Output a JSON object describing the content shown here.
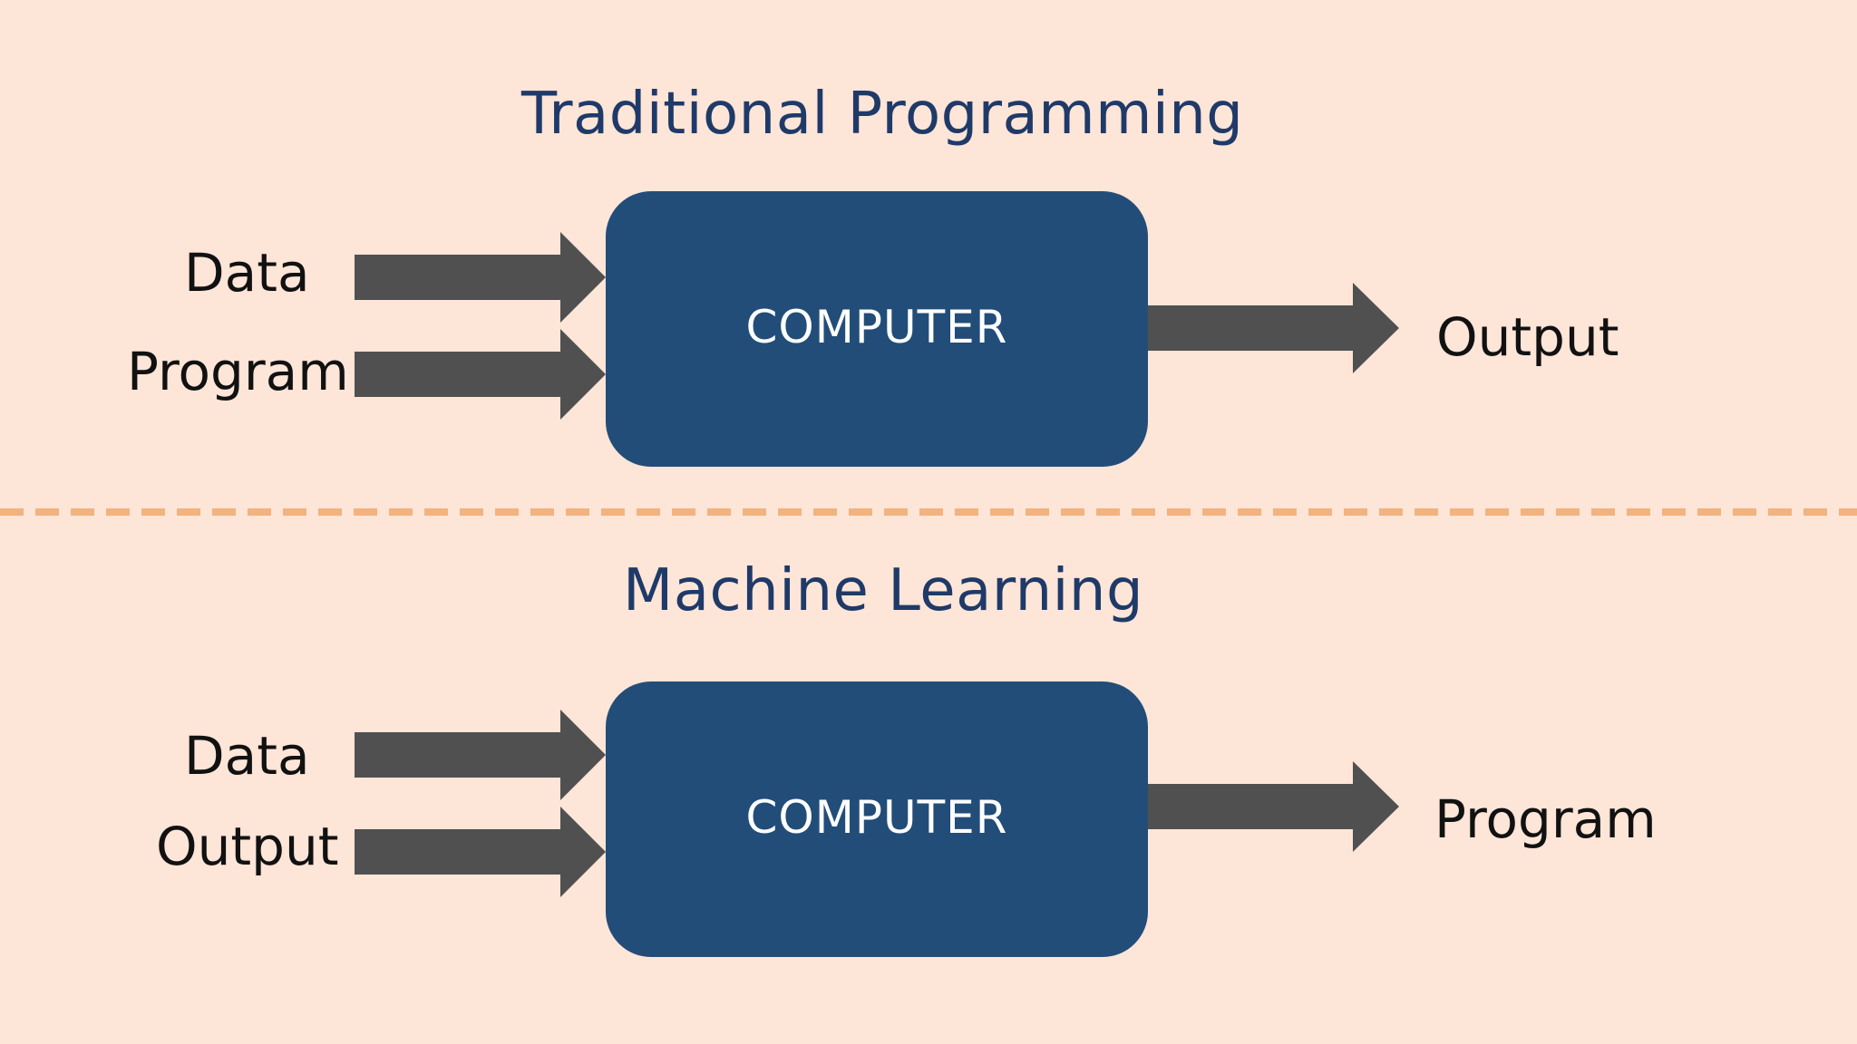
{
  "colors": {
    "background": "#fde5d8",
    "title": "#1f3a68",
    "box": "#224d79",
    "box_text": "#ffffff",
    "arrow": "#505050",
    "divider": "#f2b37f",
    "label": "#111111"
  },
  "top": {
    "title": "Traditional Programming",
    "inputs": [
      "Data",
      "Program"
    ],
    "box_label": "COMPUTER",
    "output": "Output"
  },
  "bottom": {
    "title": "Machine Learning",
    "inputs": [
      "Data",
      "Output"
    ],
    "box_label": "COMPUTER",
    "output": "Program"
  }
}
